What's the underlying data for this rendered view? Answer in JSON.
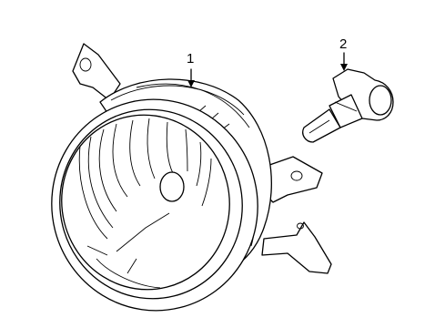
{
  "diagram": {
    "callouts": [
      {
        "id": "1",
        "label": "1",
        "part": "fog-lamp-assembly"
      },
      {
        "id": "2",
        "label": "2",
        "part": "fog-lamp-bulb"
      }
    ]
  }
}
